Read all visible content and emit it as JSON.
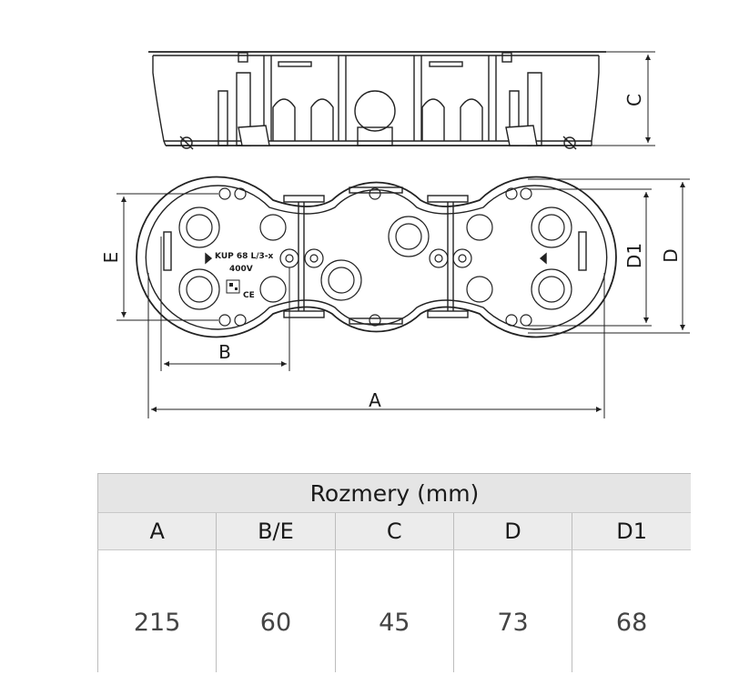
{
  "drawing": {
    "product_label_line1": "KUP 68 L/3-x",
    "product_label_line2": "400V",
    "ce_mark": "CE",
    "dimension_labels": {
      "a": "A",
      "b": "B",
      "c": "C",
      "d": "D",
      "d1": "D1",
      "e": "E"
    }
  },
  "table": {
    "title": "Rozmery (mm)",
    "headers": [
      "A",
      "B/E",
      "C",
      "D",
      "D1"
    ],
    "values": [
      "215",
      "60",
      "45",
      "73",
      "68"
    ]
  }
}
